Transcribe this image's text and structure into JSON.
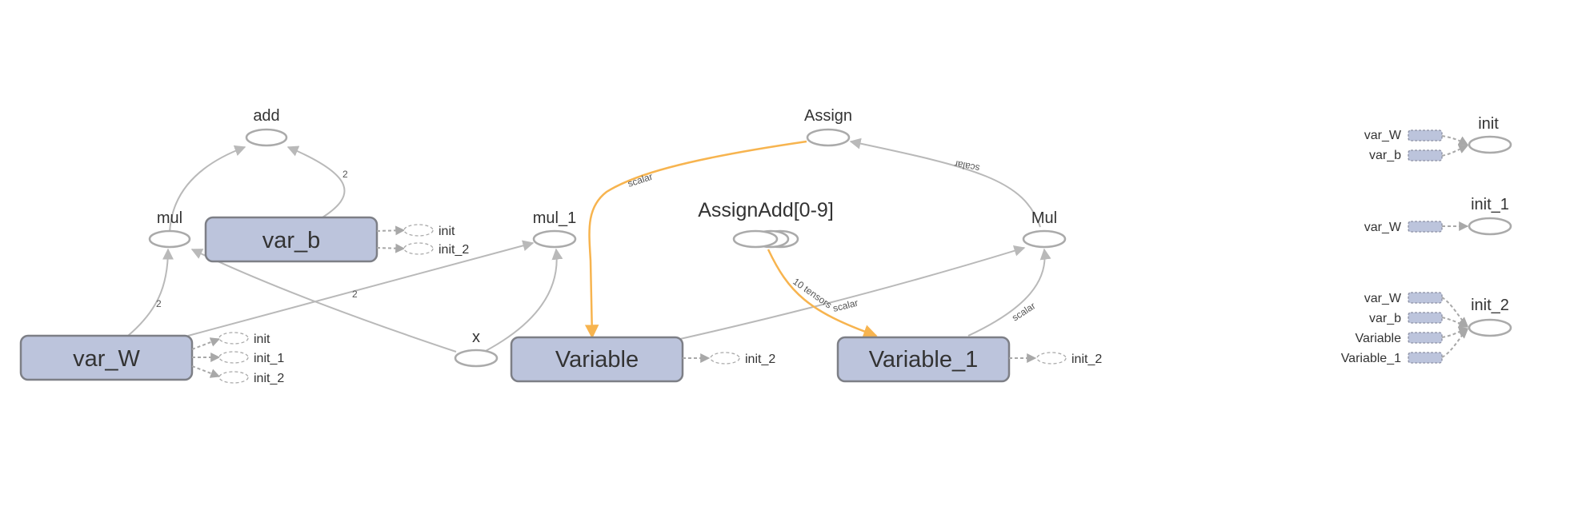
{
  "graph": {
    "ops": {
      "add": "add",
      "mul": "mul",
      "mul_1": "mul_1",
      "x": "x",
      "assign": "Assign",
      "assign_add": "AssignAdd[0-9]",
      "mul_cap": "Mul"
    },
    "variables": {
      "var_w": "var_W",
      "var_b": "var_b",
      "variable": "Variable",
      "variable_1": "Variable_1"
    },
    "init_refs": {
      "init": "init",
      "init_1": "init_1",
      "init_2": "init_2"
    },
    "edge_labels": {
      "two": "2",
      "scalar": "scalar",
      "ten_tensors": "10 tensors"
    }
  },
  "aux_nodes": [
    {
      "title": "init",
      "inputs": [
        "var_W",
        "var_b"
      ]
    },
    {
      "title": "init_1",
      "inputs": [
        "var_W"
      ]
    },
    {
      "title": "init_2",
      "inputs": [
        "var_W",
        "var_b",
        "Variable",
        "Variable_1"
      ]
    }
  ],
  "colors": {
    "variable_fill": "#bcc4dc",
    "reference_edge": "#f7b44f",
    "data_edge": "#b9b9b9"
  }
}
